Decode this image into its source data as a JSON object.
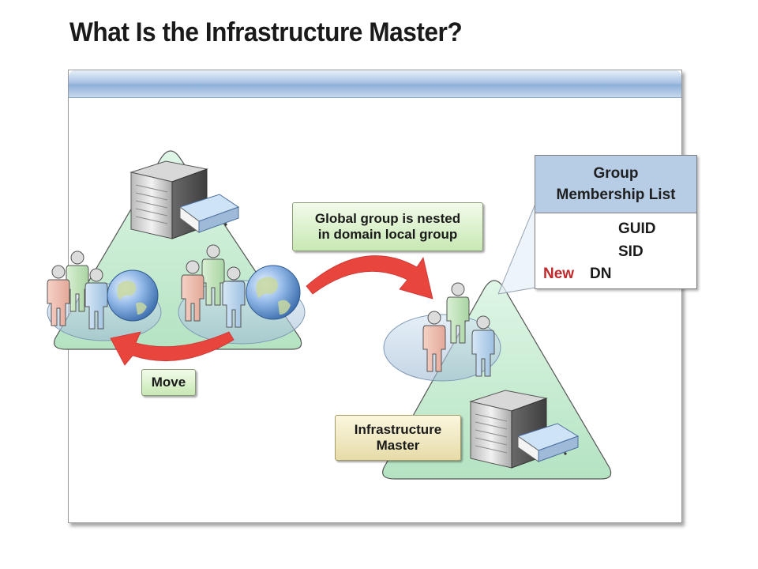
{
  "slide": {
    "title": "What Is the Infrastructure Master?"
  },
  "callouts": {
    "nested_line1": "Global group is nested",
    "nested_line2": "in domain local group",
    "move": "Move",
    "infra_line1": "Infrastructure",
    "infra_line2": "Master"
  },
  "membership_list": {
    "header_line1": "Group",
    "header_line2": "Membership List",
    "guid": "GUID",
    "sid": "SID",
    "new": "New",
    "dn": "DN"
  },
  "colors": {
    "accent_new": "#c0282a",
    "arrow_red": "#e8453c",
    "triangle_green": "#c4ecd0",
    "header_blue": "#b7cde6"
  },
  "icons": [
    "server-icon",
    "book-icon",
    "user-icon",
    "globe-icon",
    "curved-arrow-icon"
  ]
}
